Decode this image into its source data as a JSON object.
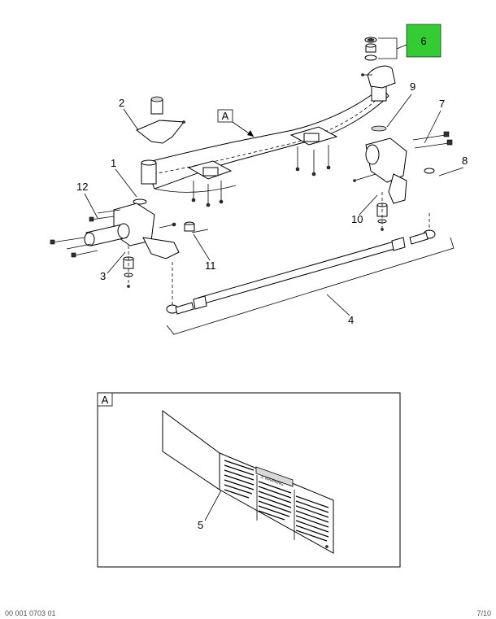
{
  "callouts": {
    "c1": "1",
    "c2": "2",
    "c3": "3",
    "c4": "4",
    "c5": "5",
    "c6": "6",
    "c7": "7",
    "c8": "8",
    "c9": "9",
    "c10": "10",
    "c11": "11",
    "c12": "12"
  },
  "view_marker": "A",
  "detail_view_label": "A",
  "label_header": "⚠ WARNING",
  "highlight_color": "#33cc33",
  "footer_left": "00 001 0703 01",
  "footer_right": "7/10"
}
